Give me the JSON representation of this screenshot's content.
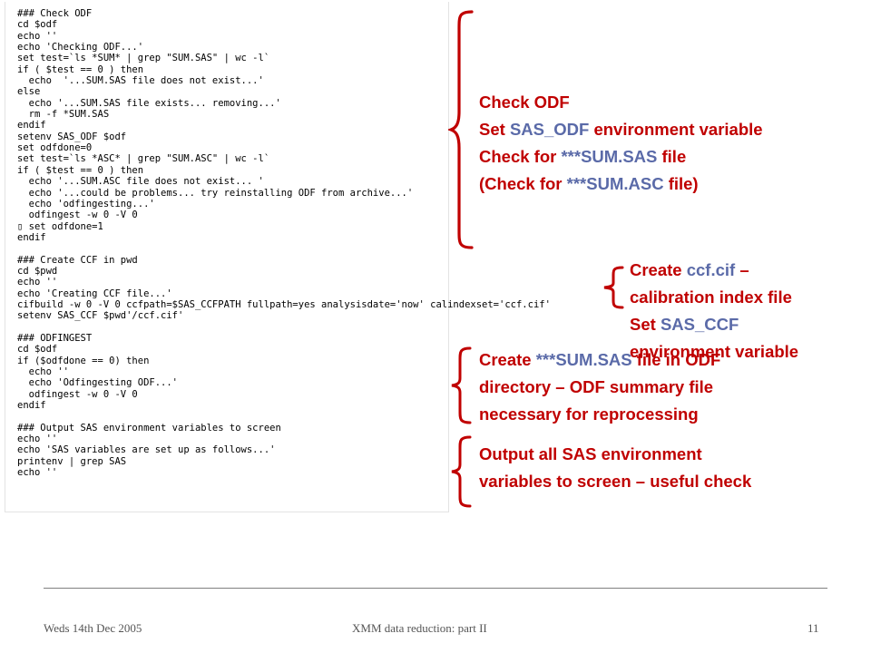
{
  "code": {
    "lines": [
      "### Check ODF",
      "cd $odf",
      "echo ''",
      "echo 'Checking ODF...'",
      "set test=`ls *SUM* | grep \"SUM.SAS\" | wc -l`",
      "if ( $test == 0 ) then",
      "  echo  '...SUM.SAS file does not exist...'",
      "else",
      "  echo '...SUM.SAS file exists... removing...'",
      "  rm -f *SUM.SAS",
      "endif",
      "setenv SAS_ODF $odf",
      "set odfdone=0",
      "set test=`ls *ASC* | grep \"SUM.ASC\" | wc -l`",
      "if ( $test == 0 ) then",
      "  echo '...SUM.ASC file does not exist... '",
      "  echo '...could be problems... try reinstalling ODF from archive...'",
      "  echo 'odfingesting...'",
      "  odfingest -w 0 -V 0",
      "▯ set odfdone=1",
      "endif",
      "",
      "### Create CCF in pwd",
      "cd $pwd",
      "echo ''",
      "echo 'Creating CCF file...'",
      "cifbuild -w 0 -V 0 ccfpath=$SAS_CCFPATH fullpath=yes analysisdate='now' calindexset='ccf.cif'",
      "setenv SAS_CCF $pwd'/ccf.cif'",
      "",
      "### ODFINGEST",
      "cd $odf",
      "if ($odfdone == 0) then",
      "  echo ''",
      "  echo 'Odfingesting ODF...'",
      "  odfingest -w 0 -V 0",
      "endif",
      "",
      "### Output SAS environment variables to screen",
      "echo ''",
      "echo 'SAS variables are set up as follows...'",
      "printenv | grep SAS",
      "echo ''"
    ]
  },
  "annotations": {
    "check_odf": {
      "line1": "Check ODF",
      "line2_a": "Set ",
      "line2_b": "SAS_ODF",
      "line2_c": " environment variable",
      "line3_a": "Check for ",
      "line3_b": "***SUM.SAS",
      "line3_c": " file",
      "line4_a": "(Check for ",
      "line4_b": "***SUM.ASC",
      "line4_c": " file)"
    },
    "ccf": {
      "line1_a": "Create ",
      "line1_b": "ccf.cif",
      "line1_c": " –",
      "line2": "calibration index file",
      "line3_a": "Set ",
      "line3_b": "SAS_CCF",
      "line4": "environment variable"
    },
    "sum_sas": {
      "line1_a": "Create  ",
      "line1_b": "***SUM.SAS",
      "line1_c": " file in ODF",
      "line2": "directory – ODF summary file",
      "line3": "necessary for reprocessing"
    },
    "output": {
      "line1": "Output all SAS environment",
      "line2": "variables to screen – useful check"
    }
  },
  "footer": {
    "date": "Weds 14th Dec 2005",
    "title": "XMM data reduction: part II",
    "page": "11"
  },
  "colors": {
    "annotation": "#c00000",
    "highlight": "#5a6aa8",
    "brace": "#c00000"
  }
}
